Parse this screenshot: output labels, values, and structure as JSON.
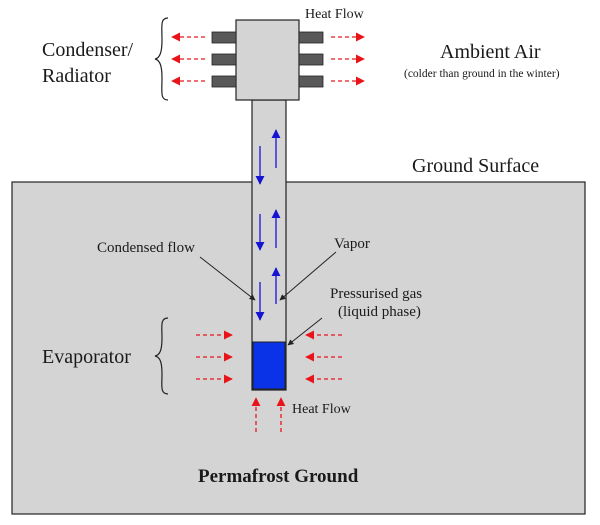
{
  "labels": {
    "condenser_line1": "Condenser/",
    "condenser_line2": "Radiator",
    "heat_flow_top": "Heat Flow",
    "ambient_air": "Ambient Air",
    "ambient_note": "(colder than ground in the winter)",
    "ground_surface": "Ground Surface",
    "condensed_flow": "Condensed flow",
    "vapor": "Vapor",
    "pressurised_gas_line1": "Pressurised gas",
    "pressurised_gas_line2": "(liquid phase)",
    "evaporator": "Evaporator",
    "heat_flow_bottom": "Heat Flow",
    "permafrost_ground": "Permafrost Ground"
  },
  "colors": {
    "ground_fill": "#d4d4d4",
    "condenser_fill": "#d4d4d4",
    "fin_fill": "#595959",
    "liquid_fill": "#0a32e6",
    "heat_arrow": "#e8141a",
    "flow_arrow": "#1414d2",
    "outline": "#222222"
  }
}
